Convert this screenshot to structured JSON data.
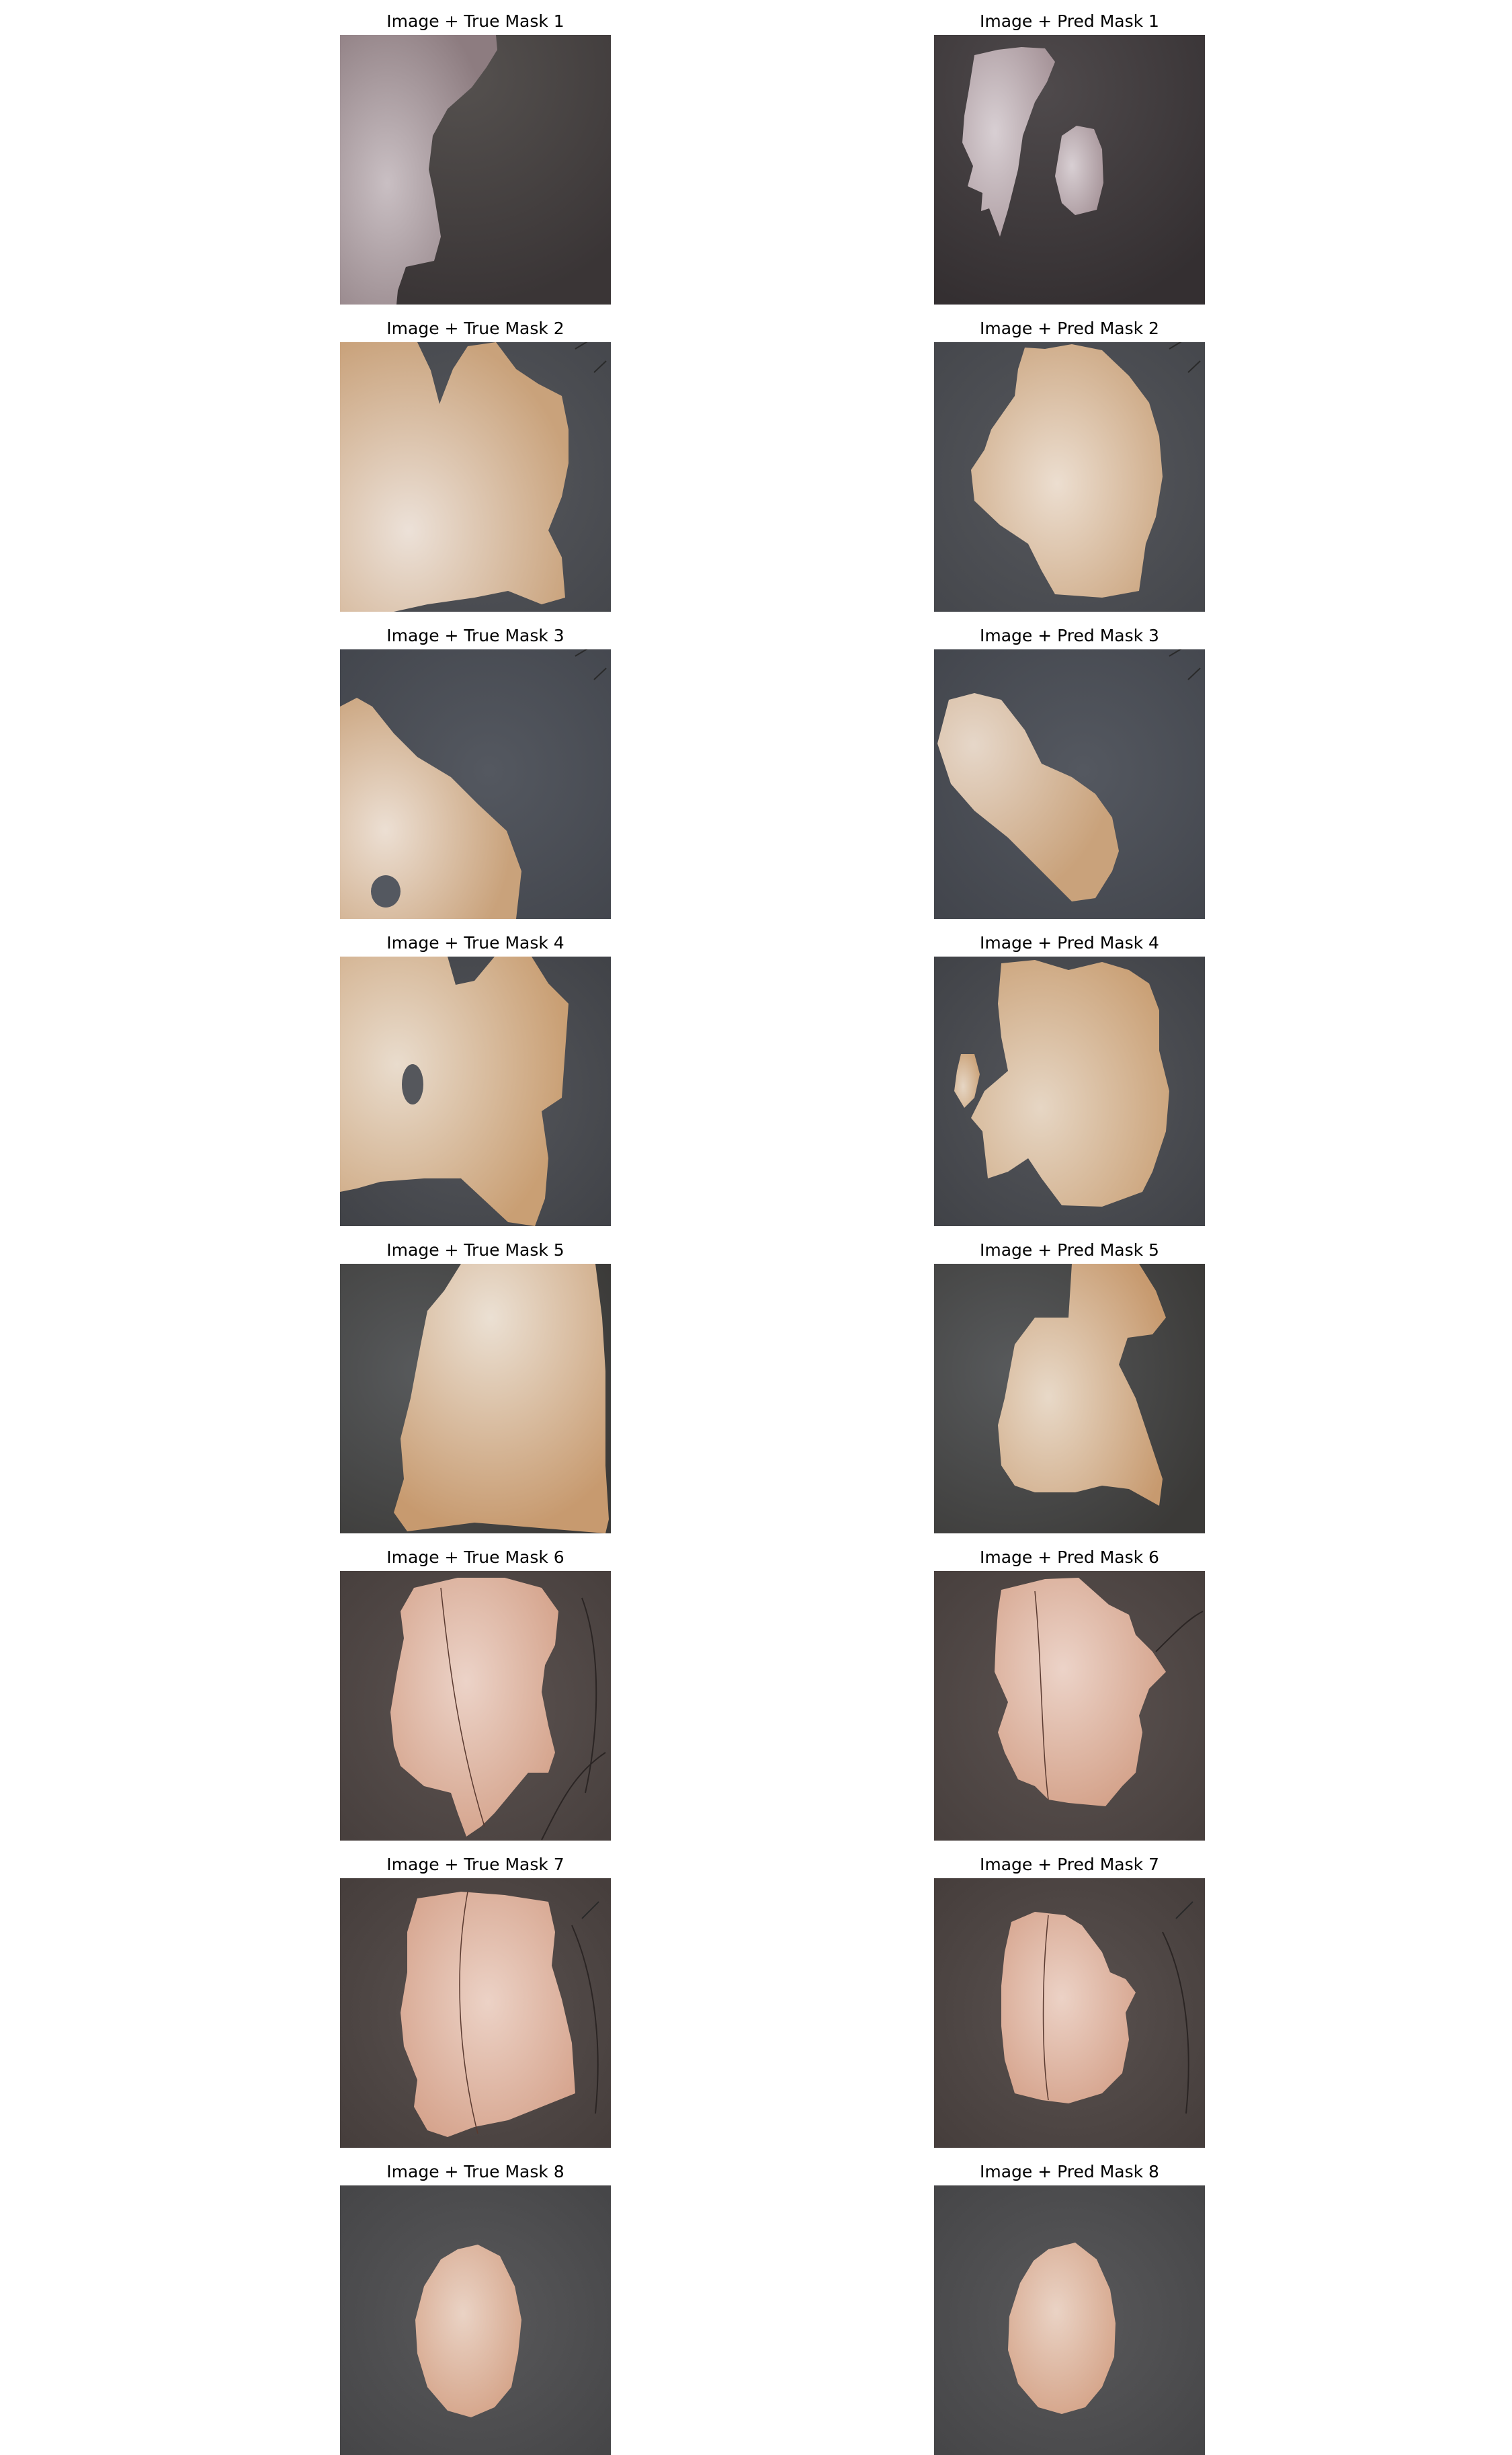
{
  "panels": [
    {
      "title": "Image + True Mask 1",
      "mask_kind": "true",
      "bg": "#55514f",
      "bg_dark": "#3a3536",
      "mask_color": "#8d7c80",
      "mask_light": "#c9bfc3"
    },
    {
      "title": "Image + Pred Mask 1",
      "mask_kind": "pred",
      "bg": "#4f4a4c",
      "bg_dark": "#342f31",
      "mask_color": "#a8969b",
      "mask_light": "#d8cfd3"
    },
    {
      "title": "Image + True Mask 2",
      "mask_kind": "true",
      "bg": "#56585d",
      "bg_dark": "#44464b",
      "mask_color": "#c9a27b",
      "mask_light": "#ece1d8"
    },
    {
      "title": "Image + Pred Mask 2",
      "mask_kind": "pred",
      "bg": "#56585d",
      "bg_dark": "#44464b",
      "mask_color": "#c9a27b",
      "mask_light": "#ecded0"
    },
    {
      "title": "Image + True Mask 3",
      "mask_kind": "true",
      "bg": "#545860",
      "bg_dark": "#42454c",
      "mask_color": "#c9a27b",
      "mask_light": "#ecdfd3"
    },
    {
      "title": "Image + Pred Mask 3",
      "mask_kind": "pred",
      "bg": "#545860",
      "bg_dark": "#42454c",
      "mask_color": "#c9a27b",
      "mask_light": "#e6d7c9"
    },
    {
      "title": "Image + True Mask 4",
      "mask_kind": "true",
      "bg": "#55575c",
      "bg_dark": "#3f4146",
      "mask_color": "#c99f74",
      "mask_light": "#e9dccd"
    },
    {
      "title": "Image + Pred Mask 4",
      "mask_kind": "pred",
      "bg": "#55575c",
      "bg_dark": "#3f4146",
      "mask_color": "#c99f74",
      "mask_light": "#e6d6c4"
    },
    {
      "title": "Image + True Mask 5",
      "mask_kind": "true",
      "bg": "#585a5c",
      "bg_dark": "#3b3a38",
      "mask_color": "#c79a6f",
      "mask_light": "#ebe0d3"
    },
    {
      "title": "Image + Pred Mask 5",
      "mask_kind": "pred",
      "bg": "#585a5c",
      "bg_dark": "#3b3a38",
      "mask_color": "#c79a6f",
      "mask_light": "#e8d9c8"
    },
    {
      "title": "Image + True Mask 6",
      "mask_kind": "true",
      "bg": "#5c5351",
      "bg_dark": "#463e3c",
      "mask_color": "#d29e85",
      "mask_light": "#ecd3c8"
    },
    {
      "title": "Image + Pred Mask 6",
      "mask_kind": "pred",
      "bg": "#5c5351",
      "bg_dark": "#463e3c",
      "mask_color": "#d29e85",
      "mask_light": "#ecd3c8"
    },
    {
      "title": "Image + True Mask 7",
      "mask_kind": "true",
      "bg": "#5a5250",
      "bg_dark": "#443c3a",
      "mask_color": "#d39e86",
      "mask_light": "#ecd2c6"
    },
    {
      "title": "Image + Pred Mask 7",
      "mask_kind": "pred",
      "bg": "#5a5250",
      "bg_dark": "#443c3a",
      "mask_color": "#d39e86",
      "mask_light": "#ecd2c6"
    },
    {
      "title": "Image + True Mask 8",
      "mask_kind": "true",
      "bg": "#59595b",
      "bg_dark": "#444446",
      "mask_color": "#d3a084",
      "mask_light": "#ead3c5"
    },
    {
      "title": "Image + Pred Mask 8",
      "mask_kind": "pred",
      "bg": "#59595b",
      "bg_dark": "#444446",
      "mask_color": "#d3a084",
      "mask_light": "#ead3c5"
    }
  ]
}
